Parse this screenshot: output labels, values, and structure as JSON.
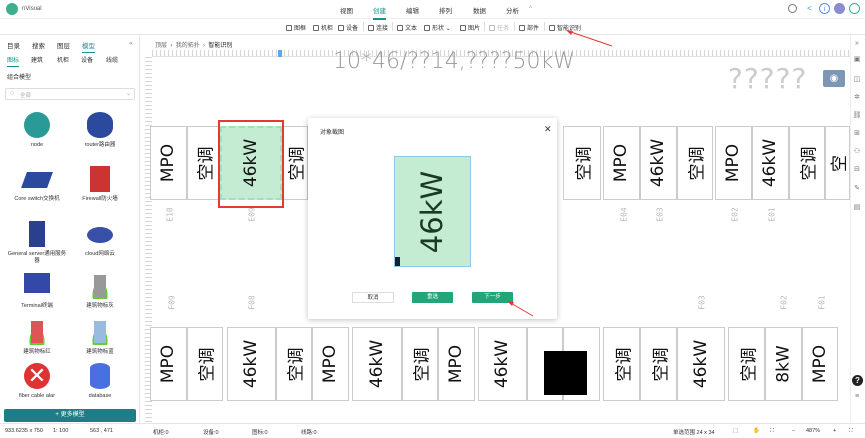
{
  "app": {
    "name": "nVisual"
  },
  "menu": [
    "视图",
    "创建",
    "编辑",
    "排列",
    "数据",
    "分析"
  ],
  "menu_active": "创建",
  "toolbar": [
    "图框",
    "机柜",
    "设备",
    "连接",
    "文本",
    "形状",
    "图片",
    "任务",
    "部件",
    "智能识别"
  ],
  "left": {
    "tabs": [
      "目录",
      "搜索",
      "图层",
      "模型"
    ],
    "subtabs": [
      "图标",
      "建筑",
      "机柜",
      "设备",
      "线缆"
    ],
    "section": "组合模型",
    "search_placeholder": "全部",
    "models": [
      "node",
      "router路由器",
      "Core switch交换机",
      "Firewall防火墙",
      "General server通用服务器",
      "cloud网络云",
      "Terminal终端",
      "建筑物标灰",
      "建筑物标红",
      "建筑物标蓝",
      "fiber cable alar",
      "database"
    ],
    "more": "+ 更多模型"
  },
  "breadcrumb": [
    "顶层",
    "我的拓扑",
    "智能识别"
  ],
  "canvas": {
    "title_text": "10*46/??14,????50kW",
    "question_text": "?????",
    "top_row": [
      "MPO",
      "空调",
      "46kW",
      "空调",
      "空调",
      "MPO",
      "46kW",
      "空调",
      "MPO",
      "46kW",
      "空调",
      "空"
    ],
    "top_labels": [
      "E10",
      "E09",
      "E04",
      "E03",
      "E02",
      "E01"
    ],
    "mid_labels": [
      "F09",
      "F08",
      "F03",
      "F02",
      "F01"
    ],
    "bottom_row": [
      "MPO",
      "空调",
      "46kW",
      "空调",
      "MPO",
      "46kW",
      "空调",
      "MPO",
      "46kW",
      "",
      "",
      "空调",
      "空调",
      "46kW",
      "空调",
      "8kW",
      "MPO"
    ]
  },
  "modal": {
    "title": "对象截图",
    "image_label": "46kW",
    "cancel": "取消",
    "reselect": "重选",
    "next": "下一步"
  },
  "status": {
    "size": "933.6235 x 750",
    "scale": "1: 100",
    "coords": "563 , 471",
    "cabinets": "机柜:0",
    "devices": "设备:0",
    "icons": "图标:0",
    "lines": "线路:0",
    "selection": "单选范围 24 x 34",
    "zoom": "487%"
  },
  "colors": {
    "accent": "#1a8f8f",
    "green_btn": "#21a67a",
    "highlight": "#e53935",
    "selection_fill": "#c3ecd2"
  }
}
